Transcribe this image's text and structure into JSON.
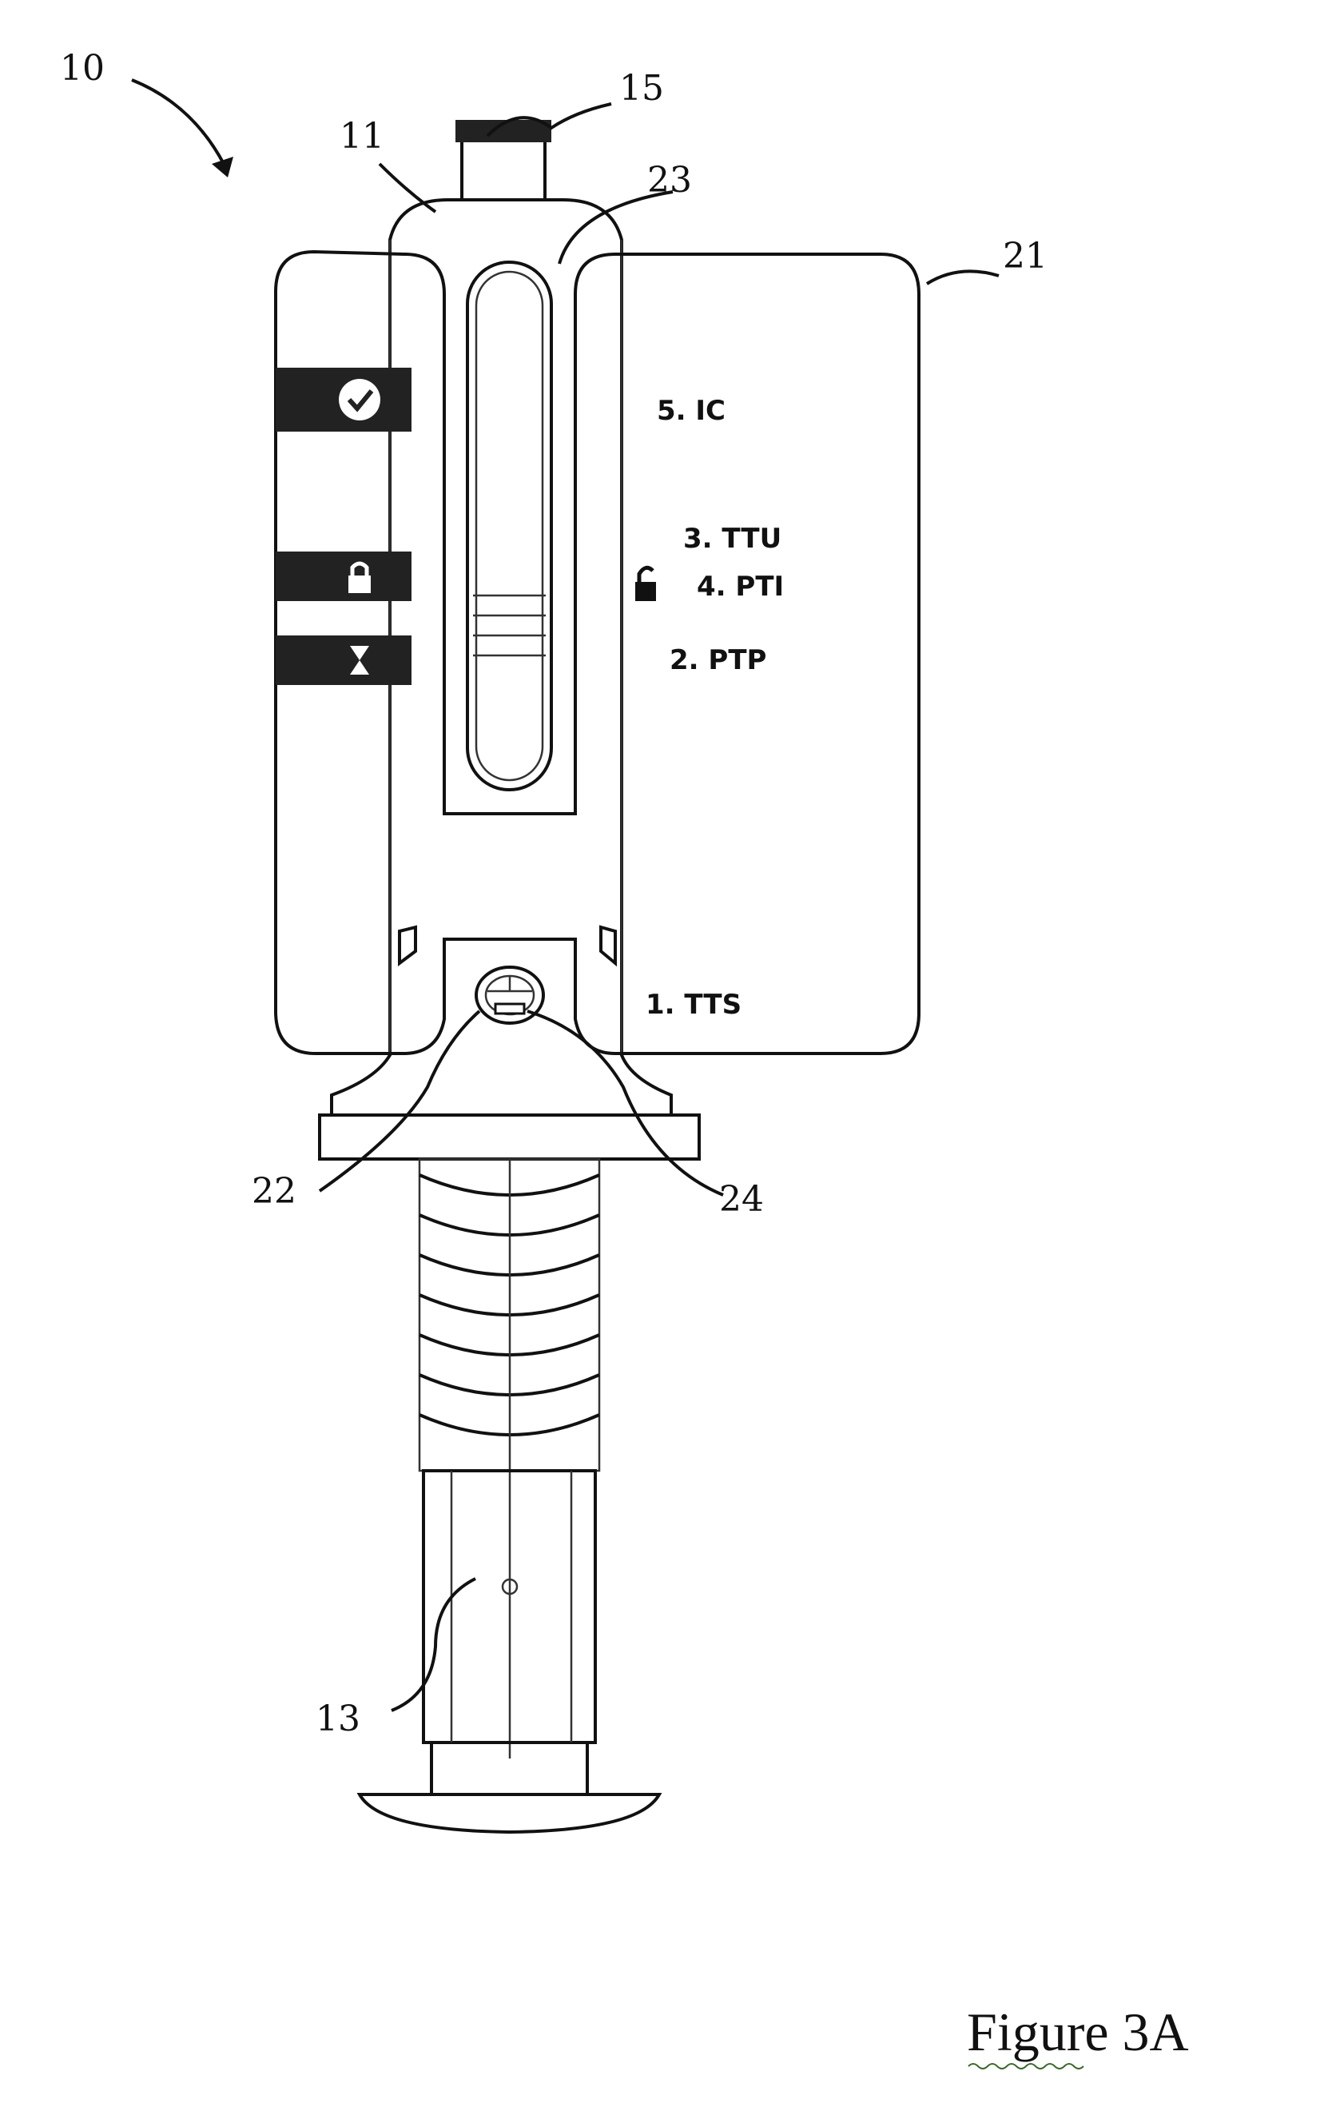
{
  "reference_numerals": {
    "device": "10",
    "housing": "11",
    "cap": "15",
    "label": "21",
    "window": "23",
    "needle_guard": "22",
    "indicator": "24",
    "plunger_rod": "13"
  },
  "state_steps": {
    "ic": "5. IC",
    "ttu": "3. TTU",
    "pti": "4. PTI",
    "ptp": "2. PTP",
    "tts": "1. TTS"
  },
  "indicator_icons": [
    "check-icon",
    "lock-icon",
    "hourglass-icon",
    "unlock-icon"
  ],
  "caption": "Figure 3A"
}
